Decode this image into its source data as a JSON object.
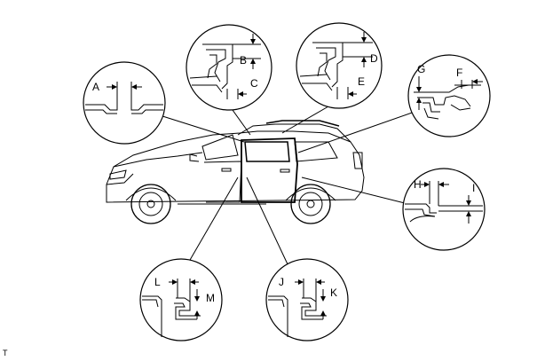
{
  "diagram": {
    "callout_labels": {
      "A": "A",
      "B": "B",
      "C": "C",
      "D": "D",
      "E": "E",
      "F": "F",
      "G": "G",
      "H": "H",
      "I": "I",
      "J": "J",
      "K": "K",
      "L": "L",
      "M": "M"
    },
    "corner_mark": "T"
  }
}
